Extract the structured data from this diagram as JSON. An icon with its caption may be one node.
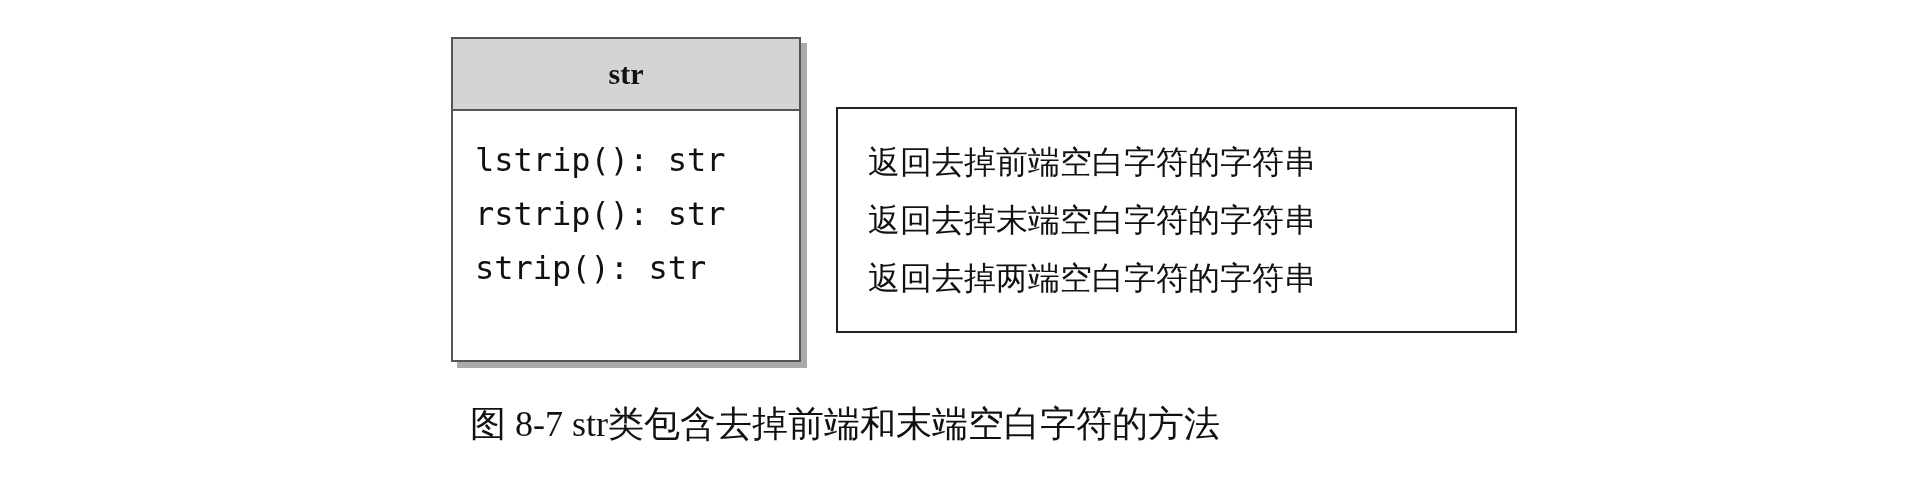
{
  "diagram": {
    "caption": "图 8-7 str类包含去掉前端和末端空白字符的方法",
    "nodes": [
      {
        "text": [
          "str",
          "lstrip(): str",
          "rstrip(): str",
          "strip(): str"
        ]
      },
      {
        "text": [
          "返回去掉前端空白字符的字符串",
          "返回去掉末端空白字符的字符串",
          "返回去掉两端空白字符的字符串"
        ]
      }
    ]
  }
}
